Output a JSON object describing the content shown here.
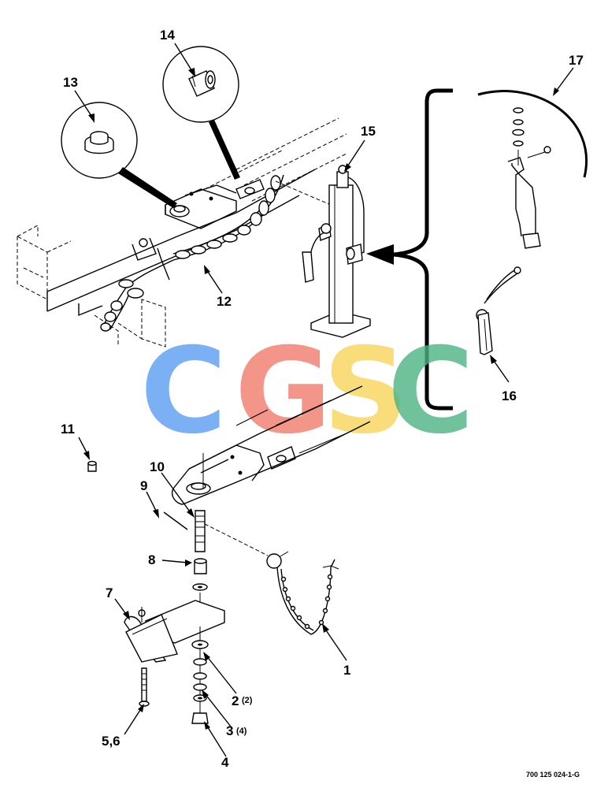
{
  "diagram": {
    "callouts": [
      {
        "id": "c1",
        "text": "1"
      },
      {
        "id": "c2",
        "text": "2"
      },
      {
        "id": "c2q",
        "text": "(2)"
      },
      {
        "id": "c3",
        "text": "3"
      },
      {
        "id": "c3q",
        "text": "(4)"
      },
      {
        "id": "c4",
        "text": "4"
      },
      {
        "id": "c56",
        "text": "5,6"
      },
      {
        "id": "c7",
        "text": "7"
      },
      {
        "id": "c8",
        "text": "8"
      },
      {
        "id": "c9",
        "text": "9"
      },
      {
        "id": "c10",
        "text": "10"
      },
      {
        "id": "c11",
        "text": "11"
      },
      {
        "id": "c12",
        "text": "12"
      },
      {
        "id": "c13",
        "text": "13"
      },
      {
        "id": "c14",
        "text": "14"
      },
      {
        "id": "c15",
        "text": "15"
      },
      {
        "id": "c16",
        "text": "16"
      },
      {
        "id": "c17",
        "text": "17"
      }
    ],
    "figure_code": "700 125 024-1-G",
    "watermark": {
      "letters": [
        "C",
        "G",
        "S",
        "C"
      ],
      "colors": [
        "#5b9cf2",
        "#f07c6c",
        "#f7d45a",
        "#4bb383"
      ]
    },
    "line_color": "#000000",
    "background": "#ffffff"
  }
}
